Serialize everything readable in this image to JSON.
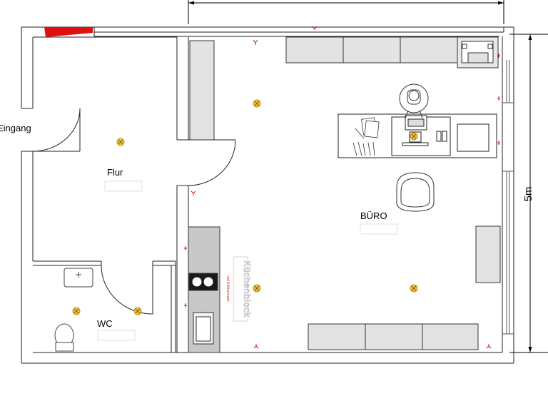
{
  "rooms": {
    "entrance": "Eingang",
    "hall": "Flur",
    "wc": "WC",
    "office": "BÜRO"
  },
  "dimensions": {
    "height": "5m"
  },
  "kitchen": {
    "label": "Küchenblock",
    "note": "mit Kühlschrank"
  }
}
